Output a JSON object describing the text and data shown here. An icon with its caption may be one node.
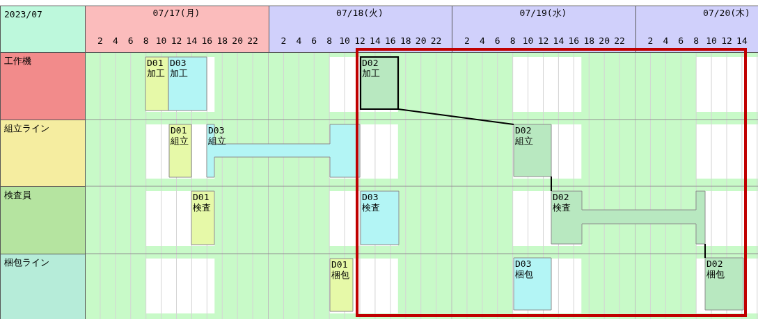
{
  "diagram": {
    "nodes": [
      {
        "text": [
          "D01",
          "加工"
        ]
      },
      {
        "text": [
          "D03",
          "加工"
        ]
      },
      {
        "text": [
          "D02",
          "加工"
        ]
      },
      {
        "text": [
          "D01",
          "組立"
        ]
      },
      {
        "text": [
          "D03",
          "組立"
        ]
      },
      {
        "text": [
          "D02",
          "組立"
        ]
      },
      {
        "text": [
          "D01",
          "検査"
        ]
      },
      {
        "text": [
          "D03",
          "検査"
        ]
      },
      {
        "text": [
          "D02",
          "検査"
        ]
      },
      {
        "text": [
          "D01",
          "梱包"
        ]
      },
      {
        "text": [
          "D03",
          "梱包"
        ]
      },
      {
        "text": [
          "D02",
          "梱包"
        ]
      }
    ],
    "edges": [
      {
        "from": 2,
        "to": 5,
        "arrow": "none"
      },
      {
        "from": 5,
        "to": 8,
        "arrow": "none"
      },
      {
        "from": 8,
        "to": 11,
        "arrow": "none"
      }
    ],
    "labels": [
      "2023/07",
      "07/17(月)",
      "07/18(火)",
      "07/19(水)",
      "07/20(木)",
      "2",
      "4",
      "6",
      "8",
      "10",
      "12",
      "14",
      "16",
      "18",
      "20",
      "22",
      "2",
      "4",
      "6",
      "8",
      "10",
      "12",
      "14",
      "16",
      "18",
      "20",
      "22",
      "2",
      "4",
      "6",
      "8",
      "10",
      "12",
      "14",
      "16",
      "18",
      "20",
      "22",
      "2",
      "4",
      "6",
      "8",
      "10",
      "12",
      "14",
      "工作機",
      "組立ライン",
      "検査員",
      "梱包ライン"
    ]
  }
}
